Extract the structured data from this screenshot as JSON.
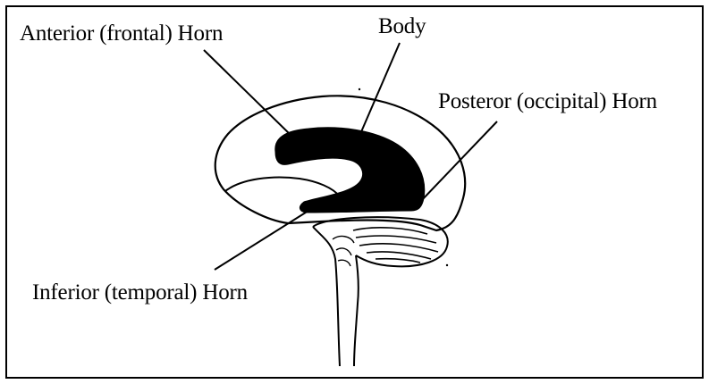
{
  "labels": {
    "anterior_horn": "Anterior (frontal) Horn",
    "body": "Body",
    "posterior_horn": "Posteror (occipital) Horn",
    "inferior_horn": "Inferior (temporal) Horn"
  },
  "colors": {
    "ventricle_fill": "#000000",
    "outline": "#000000",
    "background": "#ffffff"
  }
}
